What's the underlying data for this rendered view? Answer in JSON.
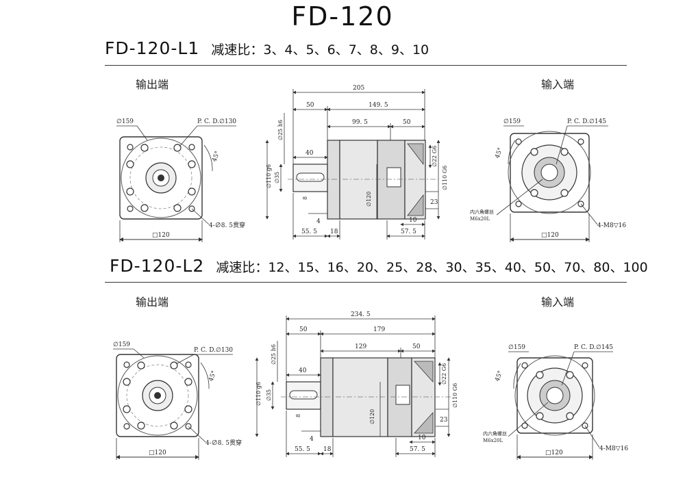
{
  "page": {
    "title": "FD-120",
    "sections": [
      {
        "model": "FD-120-L1",
        "ratio_label": "减速比：",
        "ratios": "3、4、5、6、7、8、9、10",
        "output_label": "输出端",
        "input_label": "输入端",
        "output_view": {
          "dia": "∅159",
          "pcd": "P. C. D.∅130",
          "holes": "4-∅8. 5贯穿",
          "square": "□120",
          "angle": "45°"
        },
        "side_view": {
          "total": "205",
          "flange": "50",
          "body": "149. 5",
          "body_front": "99. 5",
          "body_rear": "50",
          "key": "40",
          "shaft_dia": "∅35",
          "spigot": "∅110 g6",
          "key_h": "8",
          "key_w": "4",
          "dim_h6": "∅25 h6",
          "housing": "∅120",
          "bore": "∅22 G6",
          "rear_spigot": "∅110 G6",
          "rear_depth": "23",
          "dim_55": "55. 5",
          "dim_18": "18",
          "dim_10": "10",
          "dim_57": "57. 5"
        },
        "input_view": {
          "dia": "∅159",
          "pcd": "P. C. D.∅145",
          "holes": "4-M8▽16",
          "square": "□120",
          "angle": "45°",
          "note1": "内六角螺丝",
          "note2": "M6x20L"
        }
      },
      {
        "model": "FD-120-L2",
        "ratio_label": "减速比：",
        "ratios": "12、15、16、20、25、28、30、35、40、50、70、80、100",
        "output_label": "输出端",
        "input_label": "输入端",
        "output_view": {
          "dia": "∅159",
          "pcd": "P. C. D.∅130",
          "holes": "4-∅8. 5贯穿",
          "square": "□120",
          "angle": "45°"
        },
        "side_view": {
          "total": "234. 5",
          "flange": "50",
          "body": "179",
          "body_front": "129",
          "body_rear": "50",
          "key": "40",
          "shaft_dia": "∅35",
          "spigot": "∅110 g6",
          "key_h": "8",
          "key_w": "4",
          "dim_h6": "∅25 h6",
          "housing": "∅120",
          "bore": "∅22 G6",
          "rear_spigot": "∅110 G6",
          "rear_depth": "23",
          "dim_55": "55. 5",
          "dim_18": "18",
          "dim_10": "10",
          "dim_57": "57. 5"
        },
        "input_view": {
          "dia": "∅159",
          "pcd": "P. C. D.∅145",
          "holes": "4-M8▽16",
          "square": "□120",
          "angle": "45°",
          "note1": "内六角螺丝",
          "note2": "M6x20L"
        }
      }
    ]
  }
}
